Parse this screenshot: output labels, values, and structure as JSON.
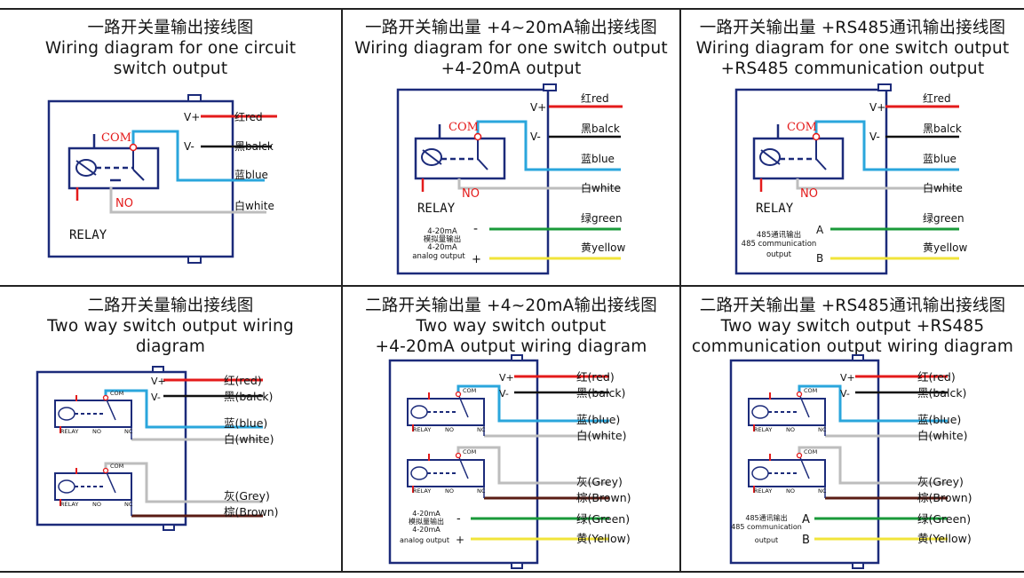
{
  "colors": {
    "red": "#e41b1b",
    "black": "#111111",
    "blue": "#2aa6dc",
    "white_wire": "#bdbdbd",
    "grey": "#bdbdbd",
    "brown": "#5a1c14",
    "green": "#1a9a3a",
    "yellow": "#f1e43a",
    "box": "#1c2b7a",
    "label_red": "#e41b1b"
  },
  "panels": [
    {
      "title_zh": "一路开关量输出接线图",
      "title_en": [
        "Wiring diagram for one circuit",
        "switch output"
      ],
      "v_plus": "V+",
      "v_minus": "V-",
      "com": "COM",
      "no": "NO",
      "relay": "RELAY",
      "wires": [
        "红red",
        "黑balck",
        "蓝blue",
        "白white"
      ]
    },
    {
      "title_zh": "一路开关输出量 +4~20mA输出接线图",
      "title_en": [
        "Wiring diagram for one switch output",
        "+4-20mA output"
      ],
      "v_plus": "V+",
      "v_minus": "V-",
      "com": "COM",
      "no": "NO",
      "relay": "RELAY",
      "wires": [
        "红red",
        "黑balck",
        "蓝blue",
        "白white",
        "绿green",
        "黄yellow"
      ],
      "aux_label": [
        "4-20mA",
        "模拟量输出",
        "4-20mA",
        "analog output"
      ],
      "aux_minus": "-",
      "aux_plus": "+"
    },
    {
      "title_zh": "一路开关输出量 +RS485通讯输出接线图",
      "title_en": [
        "Wiring diagram for one switch output",
        "+RS485 communication output"
      ],
      "v_plus": "V+",
      "v_minus": "V-",
      "com": "COM",
      "no": "NO",
      "relay": "RELAY",
      "wires": [
        "红red",
        "黑balck",
        "蓝blue",
        "白white",
        "绿green",
        "黄yellow"
      ],
      "aux_label": [
        "485通讯输出",
        "485 communication",
        "output"
      ],
      "aux_minus": "A",
      "aux_plus": "B"
    },
    {
      "title_zh": "二路开关量输出接线图",
      "title_en": [
        "Two way switch output wiring",
        "diagram"
      ],
      "v_plus": "V+",
      "v_minus": "V-",
      "com": "COM",
      "no": "NO",
      "nc": "NC",
      "relay": "RELAY",
      "wires": [
        "红(red)",
        "黑(balck)",
        "蓝(blue)",
        "白(white)",
        "灰(Grey)",
        "棕(Brown)"
      ]
    },
    {
      "title_zh": "二路开关输出量 +4~20mA输出接线图",
      "title_en": [
        "Two way switch output",
        "+4-20mA output wiring diagram"
      ],
      "v_plus": "V+",
      "v_minus": "V-",
      "com": "COM",
      "no": "NO",
      "nc": "NC",
      "relay": "RELAY",
      "wires": [
        "红(red)",
        "黑(balck)",
        "蓝(blue)",
        "白(white)",
        "灰(Grey)",
        "棕(Brown)",
        "绿(Green)",
        "黄(Yellow)"
      ],
      "aux_label": [
        "4-20mA",
        "模拟量输出",
        "4-20mA",
        "analog output"
      ],
      "aux_minus": "-",
      "aux_plus": "+"
    },
    {
      "title_zh": "二路开关输出量 +RS485通讯输出接线图",
      "title_en": [
        "Two way switch output +RS485",
        "communication output wiring diagram"
      ],
      "v_plus": "V+",
      "v_minus": "V-",
      "com": "COM",
      "no": "NO",
      "nc": "NC",
      "relay": "RELAY",
      "wires": [
        "红(red)",
        "黑(balck)",
        "蓝(blue)",
        "白(white)",
        "灰(Grey)",
        "棕(Brown)",
        "绿(Green)",
        "黄(Yellow)"
      ],
      "aux_label": [
        "485通讯输出",
        "485 communication",
        "output"
      ],
      "aux_minus": "A",
      "aux_plus": "B"
    }
  ]
}
